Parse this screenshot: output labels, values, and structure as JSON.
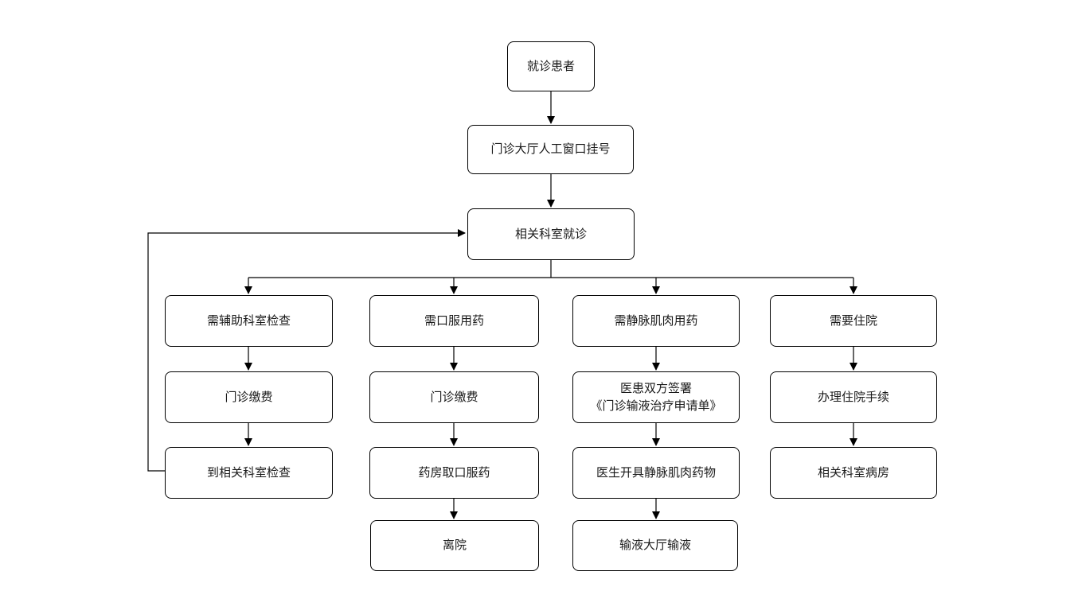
{
  "diagram": {
    "type": "flowchart",
    "background_color": "#ffffff",
    "node_fill_color": "#ffffff",
    "node_border_color": "#000000",
    "text_color": "#1a1a1a",
    "nodes": {
      "patient": {
        "label": "就诊患者"
      },
      "register": {
        "label": "门诊大厅人工窗口挂号"
      },
      "visit": {
        "label": "相关科室就诊"
      },
      "branch_aux_check": {
        "label": "需辅助科室检查"
      },
      "branch_oral_med": {
        "label": "需口服用药"
      },
      "branch_iv_med": {
        "label": "需静脉肌肉用药"
      },
      "branch_hospitalize": {
        "label": "需要住院"
      },
      "pay_outpatient_1": {
        "label": "门诊缴费"
      },
      "pay_outpatient_2": {
        "label": "门诊缴费"
      },
      "sign_infusion_form": {
        "label": "医患双方签署\n《门诊输液治疗申请单》"
      },
      "admission_procedure": {
        "label": "办理住院手续"
      },
      "goto_dept_check": {
        "label": "到相关科室检查"
      },
      "pharmacy_pickup": {
        "label": "药房取口服药"
      },
      "doctor_prescribe": {
        "label": "医生开具静脉肌肉药物"
      },
      "dept_ward": {
        "label": "相关科室病房"
      },
      "leave_hospital": {
        "label": "离院"
      },
      "infusion_hall": {
        "label": "输液大厅输液"
      }
    },
    "edges": [
      "patient -> register",
      "register -> visit",
      "visit -> branch_aux_check",
      "visit -> branch_oral_med",
      "visit -> branch_iv_med",
      "visit -> branch_hospitalize",
      "branch_aux_check -> pay_outpatient_1",
      "pay_outpatient_1 -> goto_dept_check",
      "goto_dept_check -> visit (loop back)",
      "branch_oral_med -> pay_outpatient_2",
      "pay_outpatient_2 -> pharmacy_pickup",
      "pharmacy_pickup -> leave_hospital",
      "branch_iv_med -> sign_infusion_form",
      "sign_infusion_form -> doctor_prescribe",
      "doctor_prescribe -> infusion_hall",
      "branch_hospitalize -> admission_procedure",
      "admission_procedure -> dept_ward"
    ]
  }
}
